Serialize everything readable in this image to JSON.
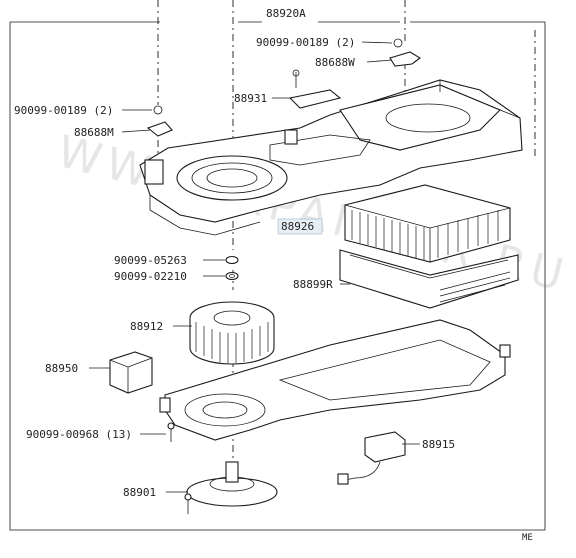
{
  "assembly_label": "88920A",
  "callouts": {
    "c_90099_00189_top": "90099-00189 (2)",
    "c_88688W": "88688W",
    "c_88931": "88931",
    "c_90099_00189_left": "90099-00189 (2)",
    "c_88688M": "88688M",
    "c_88926": "88926",
    "c_90099_05263": "90099-05263",
    "c_90099_02210": "90099-02210",
    "c_88899R": "88899R",
    "c_88912": "88912",
    "c_88950": "88950",
    "c_90099_00968": "90099-00968 (13)",
    "c_88915": "88915",
    "c_88901": "88901"
  },
  "corner_code": "ME",
  "watermark": "WWW.JAPANCAR.RU"
}
